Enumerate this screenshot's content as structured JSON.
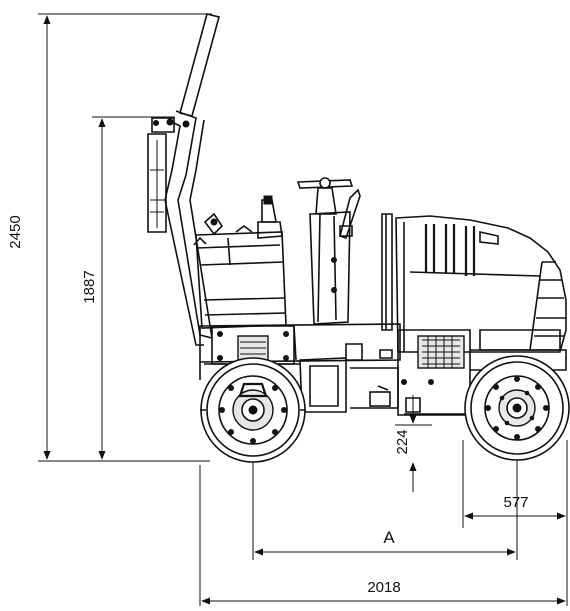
{
  "dimensions": {
    "overall_height": "2450",
    "handle_height": "1887",
    "ground_clearance": "224",
    "rear_overhang": "577",
    "wheelbase_label": "A",
    "overall_length": "2018"
  },
  "colors": {
    "ink": "#111111",
    "background": "#ffffff"
  }
}
